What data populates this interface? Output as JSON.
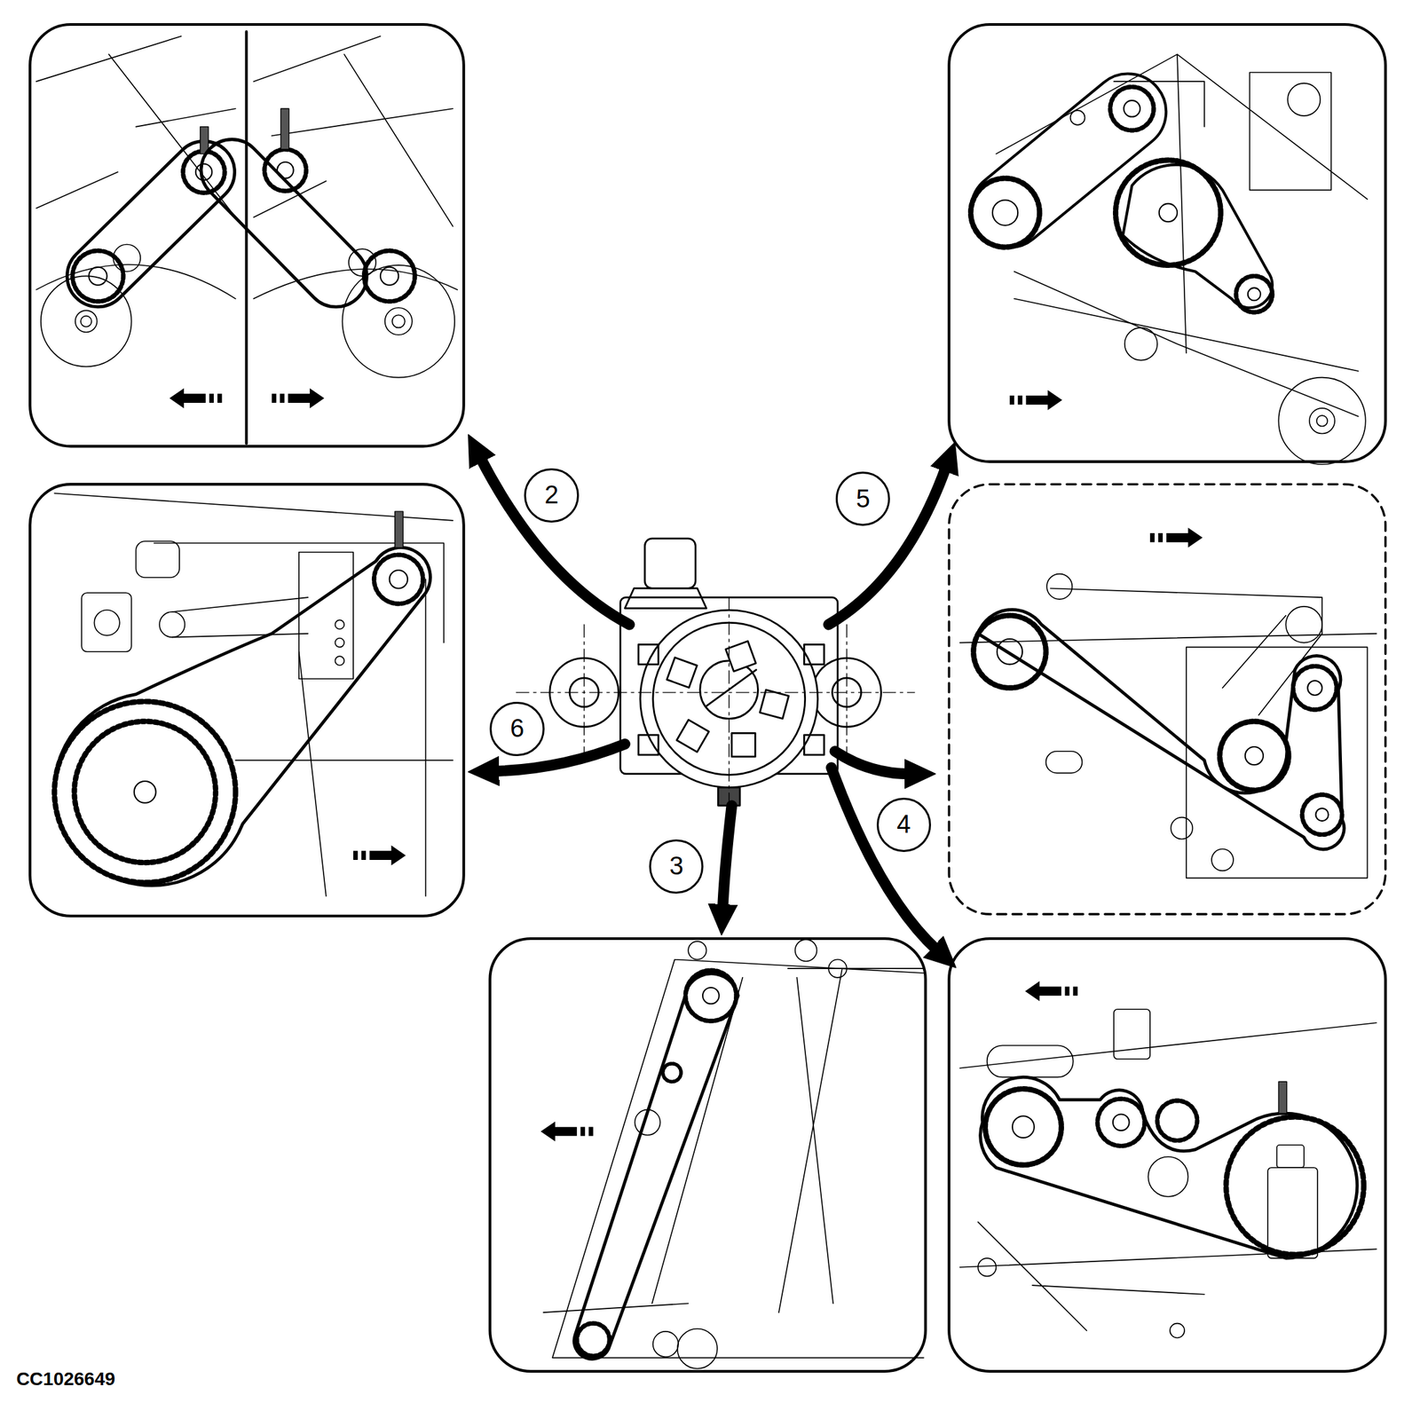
{
  "diagram": {
    "nodes": [
      {
        "text": [
          "2"
        ]
      },
      {
        "text": [
          "5"
        ]
      },
      {
        "text": [
          "6"
        ]
      },
      {
        "text": [
          "4"
        ]
      },
      {
        "text": [
          "3"
        ]
      }
    ],
    "labels": [
      "CC1026649"
    ]
  }
}
